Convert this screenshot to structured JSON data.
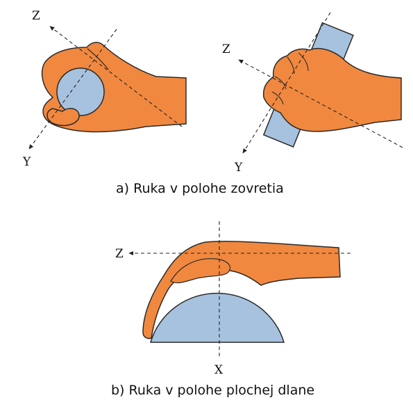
{
  "colors": {
    "hand": "#F0883F",
    "object": "#A7C2DE",
    "outline": "#2A2A2A",
    "axis": "#222222"
  },
  "figure_a": {
    "left_hand": {
      "axis_top": "Z",
      "axis_bottom": "Y"
    },
    "right_hand": {
      "axis_top": "Z",
      "axis_bottom": "Y"
    },
    "caption": "a) Ruka v polohe zovretia"
  },
  "figure_b": {
    "axis_left": "Z",
    "axis_bottom": "X",
    "caption": "b) Ruka v polohe plochej dlane"
  }
}
